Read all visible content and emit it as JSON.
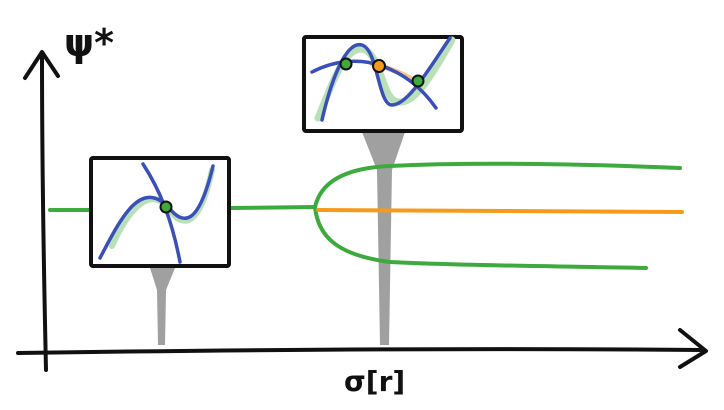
{
  "labels": {
    "y_axis": "ψ*",
    "x_axis": "σ[r]"
  },
  "colors": {
    "ink": "#111111",
    "green_branch": "#3daa3d",
    "orange_branch": "#f59a1b",
    "blue_curve": "#3a4fb8",
    "pale_green": "#b9e0b9",
    "pole_gray": "#8a8a8a"
  },
  "insets": [
    {
      "name": "single-fixed-point",
      "fixed_points": [
        "stable"
      ]
    },
    {
      "name": "three-fixed-points",
      "fixed_points": [
        "stable",
        "unstable",
        "stable"
      ]
    }
  ]
}
